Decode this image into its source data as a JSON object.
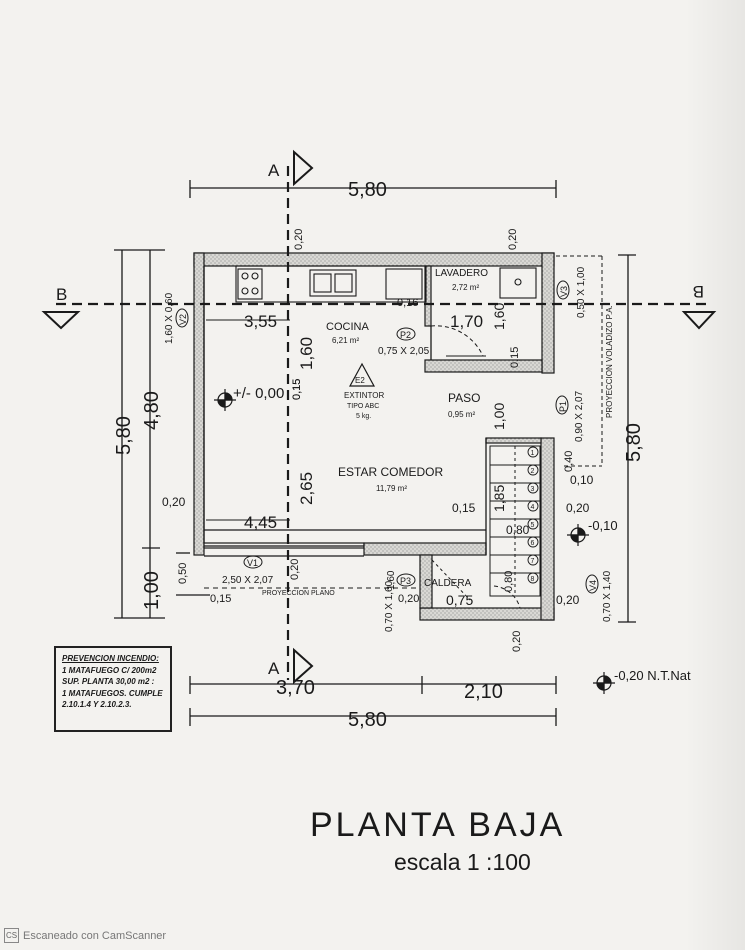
{
  "plan": {
    "title": "PLANTA BAJA",
    "scale": "escala 1 :100",
    "watermark": "Escaneado con CamScanner",
    "watermark_logo": "CS",
    "section_a_top": "A",
    "section_a_bottom": "A",
    "section_b_left": "B",
    "section_b_right": "B",
    "dims": {
      "top_total": "5,80",
      "bottom_total": "5,80",
      "bottom_left": "3,70",
      "bottom_right": "2,10",
      "left_outer": "5,80",
      "left_inner": "4,80",
      "left_lower": "1,00",
      "right_total": "5,80",
      "wall_top_left": "0,20",
      "wall_top_right": "0,20",
      "wall_left": "0,20",
      "wall_bottom_mid": "0,20",
      "wall_bottom_right": "0,20",
      "wall_right_low": "0,20",
      "wall_right_mid": "0,20",
      "w_355": "3,55",
      "w_170": "1,70",
      "w_445": "4,45",
      "v_160": "1,60",
      "v_265": "2,65",
      "v_015a": "0,15",
      "v_015b": "0,15",
      "v_100": "1,00",
      "v_185": "1,85",
      "v_160b": "1,60",
      "h_015": "0,15",
      "h_015b": "0,15",
      "h_015c": "0,15",
      "h_010": "0,10",
      "h_040": "0,40",
      "h_050": "0,50",
      "h_080": "0,80",
      "h_080b": "0,80",
      "h_075": "0,75",
      "h_020": "0,20",
      "h_016": "0,16",
      "v_016": "1,60"
    },
    "rooms": {
      "cocina": "COCINA",
      "cocina_area": "6,21 m²",
      "lavadero": "LAVADERO",
      "lavadero_area": "2,72 m²",
      "paso": "PASO",
      "paso_area": "0,95 m²",
      "estar": "ESTAR COMEDOR",
      "estar_area": "11,79 m²",
      "caldera": "CALDERA"
    },
    "openings": {
      "v1": "V1",
      "v1_size": "2,50 X 2,07",
      "v2": "V2",
      "v2_size": "1,60 X 0,60",
      "v3": "V3",
      "v3_size": "0,50 X 1,00",
      "v4": "V4",
      "v4_size": "0,70 X 1,40",
      "p1": "P1",
      "p1_size": "0,90 X 2,07",
      "p2": "P2",
      "p2_size": "0,75 X 2,05",
      "p3": "P3",
      "p3_size": "0,70 X 1,60"
    },
    "extintor": {
      "code": "E2",
      "line1": "EXTINTOR",
      "line2": "TIPO ABC",
      "line3": "5 kg."
    },
    "levels": {
      "interior": "+/- 0,00",
      "exterior": "-0,10",
      "ntnat": "-0,20 N.T.Nat"
    },
    "proyeccion_plano": "PROYECCION PLANO",
    "proyeccion_voladizo": "PROYECCION VOLADIZO P.A.",
    "stair_steps": [
      "1",
      "2",
      "3",
      "4",
      "5",
      "6",
      "7",
      "8"
    ],
    "note": {
      "heading": "PREVENCION INCENDIO:",
      "lines": [
        "1 MATAFUEGO C/ 200m2",
        "SUP. PLANTA 30,00 m2 :",
        "1 MATAFUEGOS. CUMPLE",
        "2.10.1.4 Y 2.10.2.3."
      ]
    }
  },
  "colors": {
    "ink": "#1a1a1a",
    "paper": "#f3f2ef",
    "hatch": "#bdbdbd"
  }
}
